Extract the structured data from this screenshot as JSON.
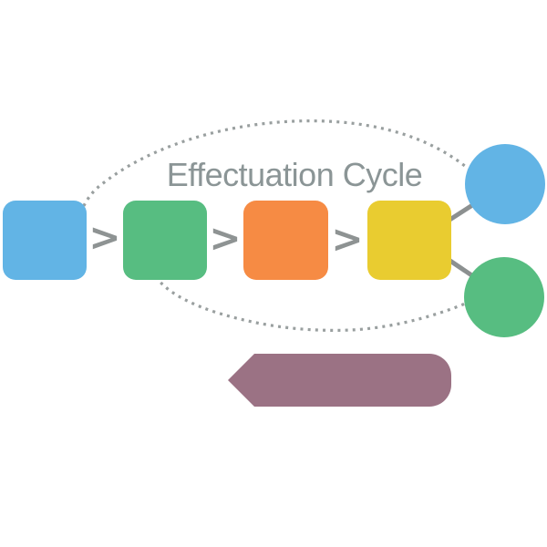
{
  "title": "Effectuation Cycle",
  "chevron_glyph": ">",
  "colors": {
    "step_blue": "#62b4e5",
    "step_green": "#57bd81",
    "step_orange": "#f68b44",
    "step_yellow": "#e9cc30",
    "node_blue": "#62b4e5",
    "node_green": "#57bd81",
    "arrow_purple": "#9b7284",
    "title_gray": "#8b9596",
    "chevron_gray": "#8e9393",
    "connector_gray": "#8c9090",
    "dotted_gray": "#999f9f",
    "background": "#ffffff"
  },
  "steps": [
    {
      "id": 1,
      "shape": "rounded-square",
      "color": "#62b4e5"
    },
    {
      "id": 2,
      "shape": "rounded-square",
      "color": "#57bd81"
    },
    {
      "id": 3,
      "shape": "rounded-square",
      "color": "#f68b44"
    },
    {
      "id": 4,
      "shape": "rounded-square",
      "color": "#e9cc30"
    }
  ],
  "outcome_nodes": [
    {
      "id": "top",
      "shape": "circle",
      "color": "#62b4e5"
    },
    {
      "id": "bottom",
      "shape": "circle",
      "color": "#57bd81"
    }
  ],
  "feedback_arrow": {
    "direction": "left",
    "color": "#9b7284"
  }
}
